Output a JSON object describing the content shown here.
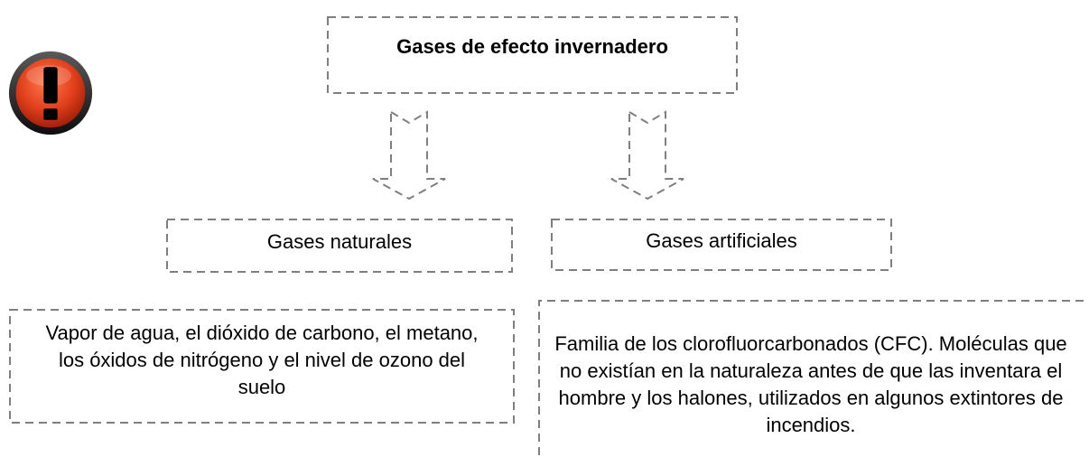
{
  "diagram": {
    "title": "Gases de efecto invernadero",
    "branches": [
      {
        "label": "Gases naturales",
        "description": "Vapor de agua, el dióxido de carbono, el metano, los óxidos de nitrógeno y el nivel de ozono del suelo"
      },
      {
        "label": "Gases artificiales",
        "description": "Familia de los clorofluorcarbonados (CFC). Moléculas que no existían en la naturaleza antes de que las inventara el hombre y los halones, utilizados en algunos extintores de incendios."
      }
    ]
  },
  "icons": {
    "warning": "warning-icon"
  },
  "colors": {
    "dash": "#7f7f7f",
    "icon_ring": "#1a1a1a",
    "icon_fill": "#e2401c",
    "icon_mark": "#000000"
  }
}
